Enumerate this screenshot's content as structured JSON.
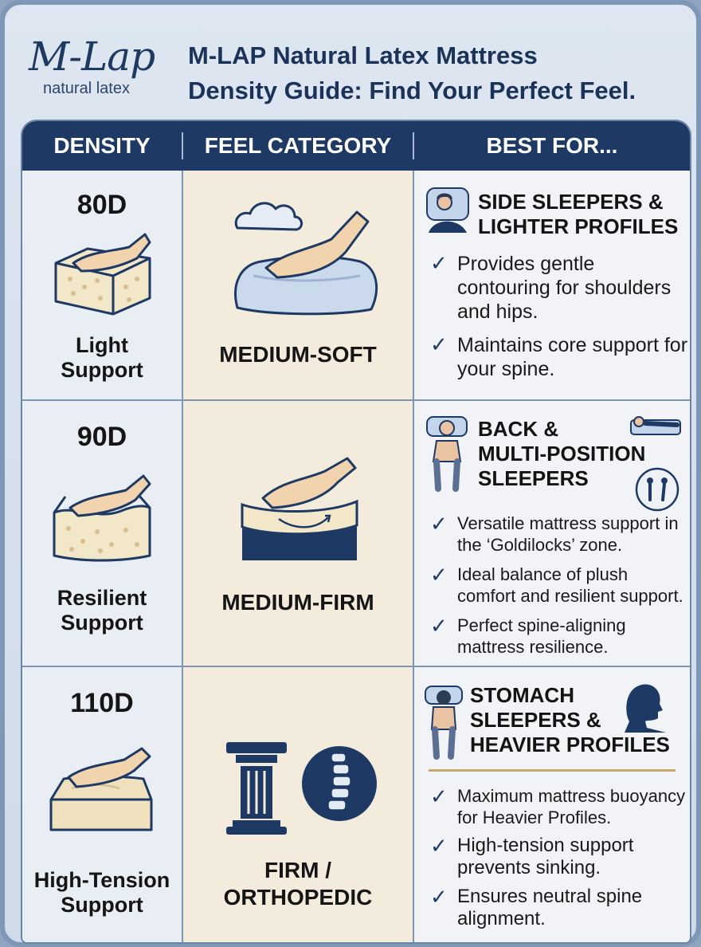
{
  "brand": {
    "logo_script": "M-Lap",
    "logo_sub": "natural latex"
  },
  "title": {
    "line1": "M-LAP Natural Latex Mattress",
    "line2": "Density Guide: Find Your Perfect Feel."
  },
  "table": {
    "headers": [
      "DENSITY",
      "FEEL CATEGORY",
      "BEST FOR..."
    ],
    "rows": [
      {
        "density": "80D",
        "support_line1": "Light",
        "support_line2": "Support",
        "feel_line1": "MEDIUM-SOFT",
        "feel_line2": "",
        "best_for_title": [
          "SIDE SLEEPERS &",
          "LIGHTER PROFILES"
        ],
        "best_for_icons": [
          "side-sleeper-icon"
        ],
        "bullets": [
          "Provides gentle contouring for shoulders and hips.",
          "Maintains core support for your spine."
        ]
      },
      {
        "density": "90D",
        "support_line1": "Resilient",
        "support_line2": "Support",
        "feel_line1": "MEDIUM-FIRM",
        "feel_line2": "",
        "best_for_title": [
          "BACK &",
          "MULTI-POSITION",
          "SLEEPERS"
        ],
        "best_for_icons": [
          "back-sleeper-icon",
          "lying-person-icon",
          "multi-position-icon"
        ],
        "bullets": [
          "Versatile mattress support in the ‘Goldilocks’ zone.",
          "Ideal balance of plush comfort and resilient support.",
          "Perfect spine-aligning mattress resilience."
        ]
      },
      {
        "density": "110D",
        "support_line1": "High-Tension",
        "support_line2": "Support",
        "feel_line1": "FIRM /",
        "feel_line2": "ORTHOPEDIC",
        "best_for_title": [
          "STOMACH",
          "SLEEPERS &",
          "HEAVIER PROFILES"
        ],
        "best_for_icons": [
          "stomach-sleeper-icon",
          "heavier-profile-head-icon"
        ],
        "bullets": [
          "Maximum mattress buoyancy for Heavier Profiles.",
          "High-tension support prevents sinking.",
          "Ensures neutral spine alignment."
        ]
      }
    ]
  },
  "colors": {
    "navy": "#1e3a64",
    "latex": "#f2e6c8",
    "background": "#d6e1ee"
  }
}
